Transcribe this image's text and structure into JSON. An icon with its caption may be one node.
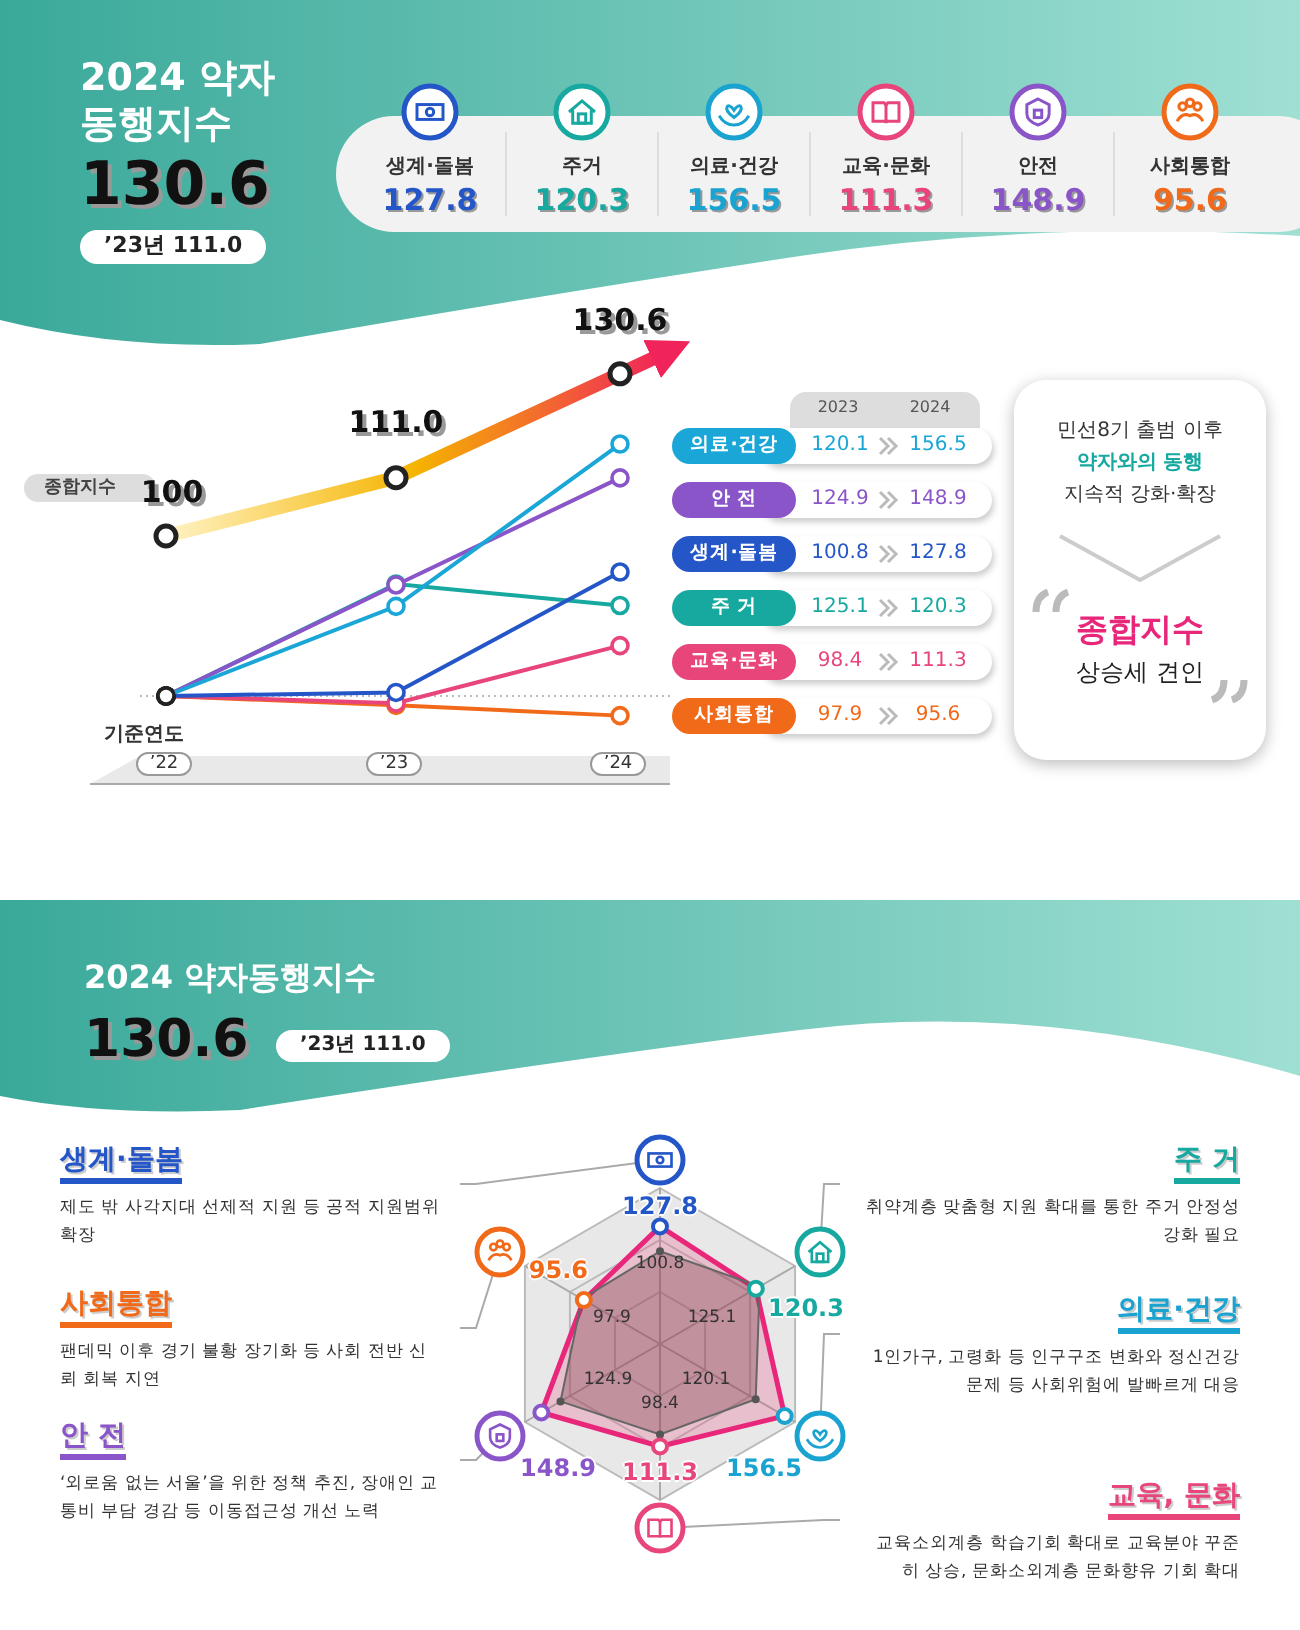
{
  "diagram": {
    "title": "2024 약자동행지수",
    "nodes": [
      {
        "text": [
          "생계·돌봄",
          "제도 밖 사각지대 선제적 지원 등 공적 지원범위 확장"
        ]
      },
      {
        "text": [
          "주 거",
          "취약계층 맞춤형 지원 확대를 통한 주거 안정성 강화 필요"
        ]
      },
      {
        "text": [
          "사회통합",
          "팬데믹 이후 경기 불황 장기화 등 사회 전반 신뢰 회복 지연"
        ]
      },
      {
        "text": [
          "의료·건강",
          "1인가구, 고령화 등 인구구조 변화와 정신건강 문제 등 사회위험에 발빠르게 대응"
        ]
      },
      {
        "text": [
          "안 전",
          "‘외로움 없는 서울’을 위한 정책 추진, 장애인 교통비 부담 경감 등 이동접근성 개선 노력"
        ]
      },
      {
        "text": [
          "교육, 문화",
          "교육소외계층 학습기회 확대로 교육분야 꾸준히 상승, 문화소외계층 문화향유 기회 확대"
        ]
      },
      {
        "text": [],
        "shape": "circle"
      },
      {
        "text": [],
        "shape": "circle"
      },
      {
        "text": [],
        "shape": "circle"
      },
      {
        "text": [],
        "shape": "circle"
      },
      {
        "text": [],
        "shape": "circle"
      },
      {
        "text": [],
        "shape": "circle"
      }
    ],
    "edges": [
      {
        "from": 0,
        "to": 6,
        "arrow": "none"
      },
      {
        "from": 1,
        "to": 8,
        "arrow": "none"
      },
      {
        "from": 2,
        "to": 7,
        "arrow": "none"
      },
      {
        "from": 3,
        "to": 10,
        "arrow": "none"
      },
      {
        "from": 4,
        "to": 9,
        "arrow": "none"
      },
      {
        "from": 5,
        "to": 11,
        "arrow": "none"
      }
    ],
    "labels": [
      "130.6",
      "’23년 111.0",
      "생계·돌봄",
      "127.8",
      "주거",
      "120.3",
      "의료·건강",
      "156.5",
      "교육·문화",
      "111.3",
      "안전",
      "148.9",
      "사회통합",
      "95.6",
      "100",
      "111.0",
      "130.6",
      "기준연도",
      "2023",
      "2024",
      "의료·건강",
      "120.1",
      "156.5",
      "안 전",
      "124.9",
      "148.9",
      "생계·돌봄",
      "100.8",
      "127.8",
      "주 거",
      "125.1",
      "120.3",
      "교육·문화",
      "98.4",
      "111.3",
      "사회통합",
      "97.9",
      "95.6",
      "민선8기 출범 이후",
      "약자와의 동행",
      "지속적 강화·확장",
      "종합지수",
      "상승세 견인",
      "2024 약자동행지수",
      "130.6",
      "’23년 111.0",
      "127.8",
      "95.6",
      "120.3",
      "148.9",
      "111.3",
      "156.5",
      "100.8",
      "97.9",
      "125.1",
      "124.9",
      "120.1",
      "98.4",
      "종합지수",
      "’22",
      "’23",
      "’24"
    ]
  }
}
